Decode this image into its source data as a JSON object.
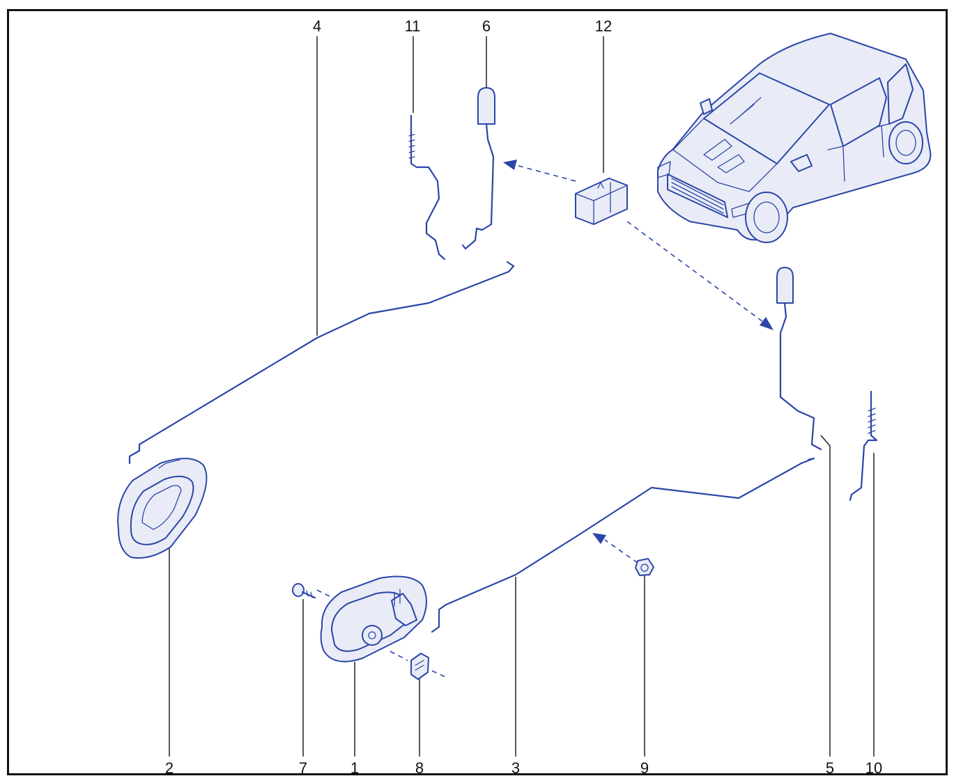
{
  "callouts": [
    {
      "id": "c1",
      "label": "1"
    },
    {
      "id": "c2",
      "label": "2"
    },
    {
      "id": "c3",
      "label": "3"
    },
    {
      "id": "c4",
      "label": "4"
    },
    {
      "id": "c5",
      "label": "5"
    },
    {
      "id": "c6",
      "label": "6"
    },
    {
      "id": "c7",
      "label": "7"
    },
    {
      "id": "c8",
      "label": "8"
    },
    {
      "id": "c9",
      "label": "9"
    },
    {
      "id": "c10",
      "label": "10"
    },
    {
      "id": "c11",
      "label": "11"
    },
    {
      "id": "c12",
      "label": "12"
    }
  ],
  "colors": {
    "line": "#2b45a8",
    "fill": "#e9ecf6",
    "text": "#111111",
    "frame": "#111111"
  }
}
